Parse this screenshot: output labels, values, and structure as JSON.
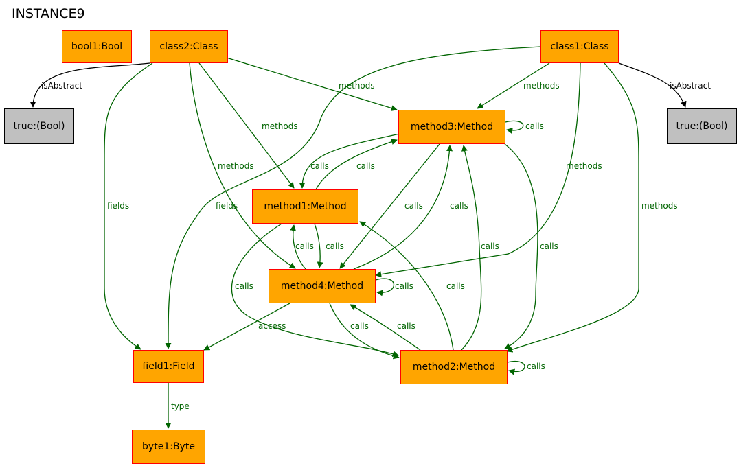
{
  "title": "INSTANCE9",
  "colors": {
    "object_fill": "#ffa500",
    "object_border": "#ff0000",
    "value_fill": "#c0c0c0",
    "relation_edge": "#006400",
    "attribute_edge": "#000000"
  },
  "nodes": [
    {
      "id": "bool1",
      "label": "bool1:Bool",
      "kind": "object"
    },
    {
      "id": "class2",
      "label": "class2:Class",
      "kind": "object"
    },
    {
      "id": "class1",
      "label": "class1:Class",
      "kind": "object"
    },
    {
      "id": "trueL",
      "label": "true:(Bool)",
      "kind": "value"
    },
    {
      "id": "trueR",
      "label": "true:(Bool)",
      "kind": "value"
    },
    {
      "id": "method3",
      "label": "method3:Method",
      "kind": "object"
    },
    {
      "id": "method1",
      "label": "method1:Method",
      "kind": "object"
    },
    {
      "id": "method4",
      "label": "method4:Method",
      "kind": "object"
    },
    {
      "id": "field1",
      "label": "field1:Field",
      "kind": "object"
    },
    {
      "id": "method2",
      "label": "method2:Method",
      "kind": "object"
    },
    {
      "id": "byte1",
      "label": "byte1:Byte",
      "kind": "object"
    }
  ],
  "edges": [
    {
      "id": "e_c2_abs",
      "from": "class2",
      "to": "trueL",
      "label": "isAbstract",
      "kind": "attribute"
    },
    {
      "id": "e_c1_abs",
      "from": "class1",
      "to": "trueR",
      "label": "isAbstract",
      "kind": "attribute"
    },
    {
      "id": "e_c2_m3",
      "from": "class2",
      "to": "method3",
      "label": "methods",
      "kind": "relation"
    },
    {
      "id": "e_c2_m1",
      "from": "class2",
      "to": "method1",
      "label": "methods",
      "kind": "relation"
    },
    {
      "id": "e_c2_m4",
      "from": "class2",
      "to": "method4",
      "label": "methods",
      "kind": "relation"
    },
    {
      "id": "e_c2_f1",
      "from": "class2",
      "to": "field1",
      "label": "fields",
      "kind": "relation"
    },
    {
      "id": "e_c1_f1",
      "from": "class1",
      "to": "field1",
      "label": "fields",
      "kind": "relation"
    },
    {
      "id": "e_c1_m3",
      "from": "class1",
      "to": "method3",
      "label": "methods",
      "kind": "relation"
    },
    {
      "id": "e_c1_m4",
      "from": "class1",
      "to": "method4",
      "label": "methods",
      "kind": "relation"
    },
    {
      "id": "e_c1_m2",
      "from": "class1",
      "to": "method2",
      "label": "methods",
      "kind": "relation"
    },
    {
      "id": "e_m3_m3",
      "from": "method3",
      "to": "method3",
      "label": "calls",
      "kind": "relation"
    },
    {
      "id": "e_m3_m1",
      "from": "method3",
      "to": "method1",
      "label": "calls",
      "kind": "relation"
    },
    {
      "id": "e_m1_m3",
      "from": "method1",
      "to": "method3",
      "label": "calls",
      "kind": "relation"
    },
    {
      "id": "e_m3_m4",
      "from": "method3",
      "to": "method4",
      "label": "calls",
      "kind": "relation"
    },
    {
      "id": "e_m4_m3",
      "from": "method4",
      "to": "method3",
      "label": "calls",
      "kind": "relation"
    },
    {
      "id": "e_m3_m2",
      "from": "method3",
      "to": "method2",
      "label": "calls",
      "kind": "relation"
    },
    {
      "id": "e_m2_m3",
      "from": "method2",
      "to": "method3",
      "label": "calls",
      "kind": "relation"
    },
    {
      "id": "e_m1_m4",
      "from": "method1",
      "to": "method4",
      "label": "calls",
      "kind": "relation"
    },
    {
      "id": "e_m4_m1",
      "from": "method4",
      "to": "method1",
      "label": "calls",
      "kind": "relation"
    },
    {
      "id": "e_m1_m2",
      "from": "method1",
      "to": "method2",
      "label": "calls",
      "kind": "relation"
    },
    {
      "id": "e_m2_m1",
      "from": "method2",
      "to": "method1",
      "label": "calls",
      "kind": "relation"
    },
    {
      "id": "e_m4_m4",
      "from": "method4",
      "to": "method4",
      "label": "calls",
      "kind": "relation"
    },
    {
      "id": "e_m4_m2",
      "from": "method4",
      "to": "method2",
      "label": "calls",
      "kind": "relation"
    },
    {
      "id": "e_m2_m4",
      "from": "method2",
      "to": "method4",
      "label": "calls",
      "kind": "relation"
    },
    {
      "id": "e_m2_m2",
      "from": "method2",
      "to": "method2",
      "label": "calls",
      "kind": "relation"
    },
    {
      "id": "e_m4_f1",
      "from": "method4",
      "to": "field1",
      "label": "access",
      "kind": "relation"
    },
    {
      "id": "e_f1_b1",
      "from": "field1",
      "to": "byte1",
      "label": "type",
      "kind": "relation"
    }
  ]
}
